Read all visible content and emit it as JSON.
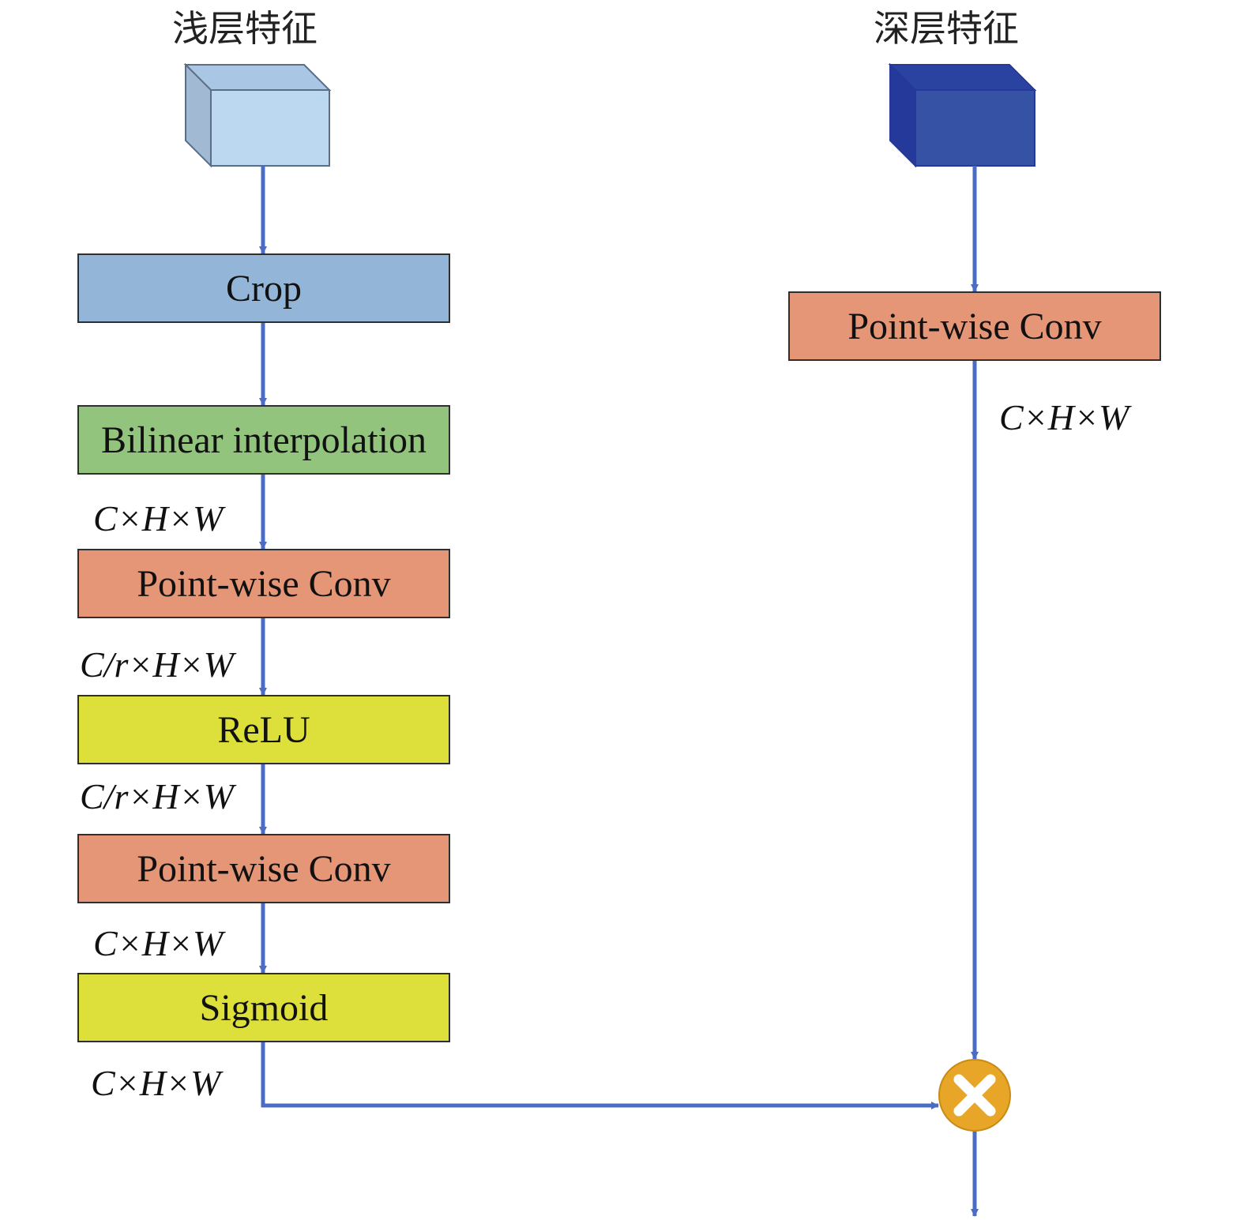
{
  "headings": {
    "shallow": "浅层特征",
    "deep": "深层特征"
  },
  "blocks": {
    "crop": "Crop",
    "bilinear": "Bilinear interpolation",
    "conv1": "Point-wise Conv",
    "relu": "ReLU",
    "conv2": "Point-wise Conv",
    "sigmoid": "Sigmoid",
    "deep_conv": "Point-wise Conv"
  },
  "dims": {
    "after_bilinear": "C×H×W",
    "after_conv1": "C/r×H×W",
    "after_relu": "C/r×H×W",
    "after_conv2": "C×H×W",
    "after_sigmoid": "C×H×W",
    "deep_after_conv": "C×H×W"
  },
  "colors": {
    "crop": "#93b6d8",
    "bilinear": "#93c47d",
    "conv": "#e49676",
    "activation": "#dde03a",
    "shallow_cube": "#bcd8f0",
    "deep_cube": "#3552a5",
    "arrow": "#4a6cc4",
    "multiply": "#e8a628"
  },
  "icons": {
    "shallow": "cube-icon",
    "deep": "cube-icon",
    "multiply": "multiply-circle-icon"
  }
}
